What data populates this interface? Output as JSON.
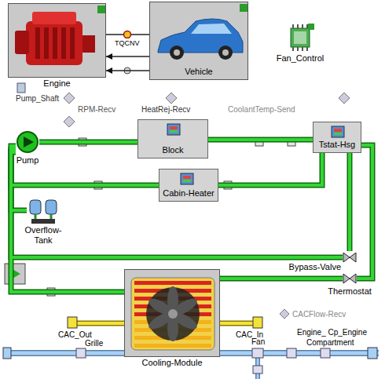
{
  "diagram": {
    "nodes": [
      {
        "text": [
          "Engine"
        ]
      },
      {
        "text": [
          "Vehicle"
        ]
      },
      {
        "text": [
          "Fan_Control"
        ]
      },
      {
        "text": [
          "Pump"
        ]
      },
      {
        "text": [
          "Block"
        ]
      },
      {
        "text": [
          "Tstat-Hsg"
        ]
      },
      {
        "text": [
          "Cabin-Heater"
        ]
      },
      {
        "text": [
          "Overflow-Tank"
        ]
      },
      {
        "text": [
          "Bypass-Valve"
        ]
      },
      {
        "text": [
          "Thermostat"
        ]
      },
      {
        "text": [
          "Cooling-Module"
        ]
      }
    ],
    "edges": [
      {
        "from": 0,
        "to": 1,
        "arrow": "none"
      },
      {
        "from": 1,
        "to": 0,
        "arrow": "to"
      },
      {
        "from": 1,
        "to": 0,
        "arrow": "to"
      },
      {
        "from": 3,
        "to": 4,
        "arrow": "none"
      },
      {
        "from": 4,
        "to": 5,
        "arrow": "none"
      },
      {
        "from": 5,
        "to": 6,
        "arrow": "none"
      },
      {
        "from": 6,
        "to": 3,
        "arrow": "none"
      },
      {
        "from": 7,
        "to": 3,
        "arrow": "none"
      },
      {
        "from": 5,
        "to": 8,
        "arrow": "none"
      },
      {
        "from": 5,
        "to": 9,
        "arrow": "none"
      },
      {
        "from": 8,
        "to": 3,
        "arrow": "none"
      },
      {
        "from": 9,
        "to": 10,
        "arrow": "none"
      },
      {
        "from": 10,
        "to": 3,
        "arrow": "none"
      }
    ],
    "labels": [
      "TQCNV",
      "Pump_Shaft",
      "RPM-Recv",
      "HeatRej-Recv",
      "CoolantTemp-Send",
      "CAC_Out",
      "CAC_In",
      "CACFlow-Recv",
      "Grille",
      "Fan",
      "Engine_ Cp_Engine",
      "Compartment"
    ]
  }
}
